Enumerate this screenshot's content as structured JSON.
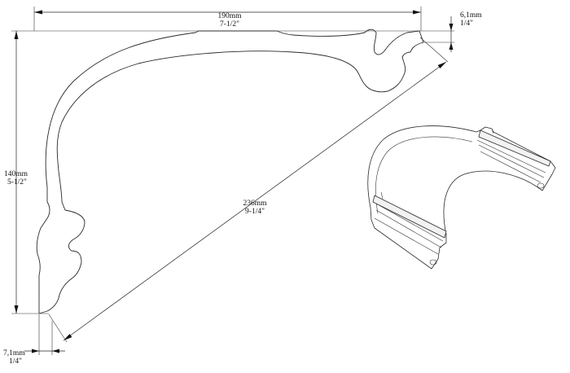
{
  "dimensions": {
    "width": {
      "metric": "190mm",
      "imperial": "7-1/2\""
    },
    "top_offset": {
      "metric": "6,1mm",
      "imperial": "1/4\""
    },
    "height": {
      "metric": "140mm",
      "imperial": "5-1/2\""
    },
    "diagonal": {
      "metric": "236mm",
      "imperial": "9-1/4\""
    },
    "bottom_offset": {
      "metric": "7,1mm",
      "imperial": "1/4\""
    }
  }
}
